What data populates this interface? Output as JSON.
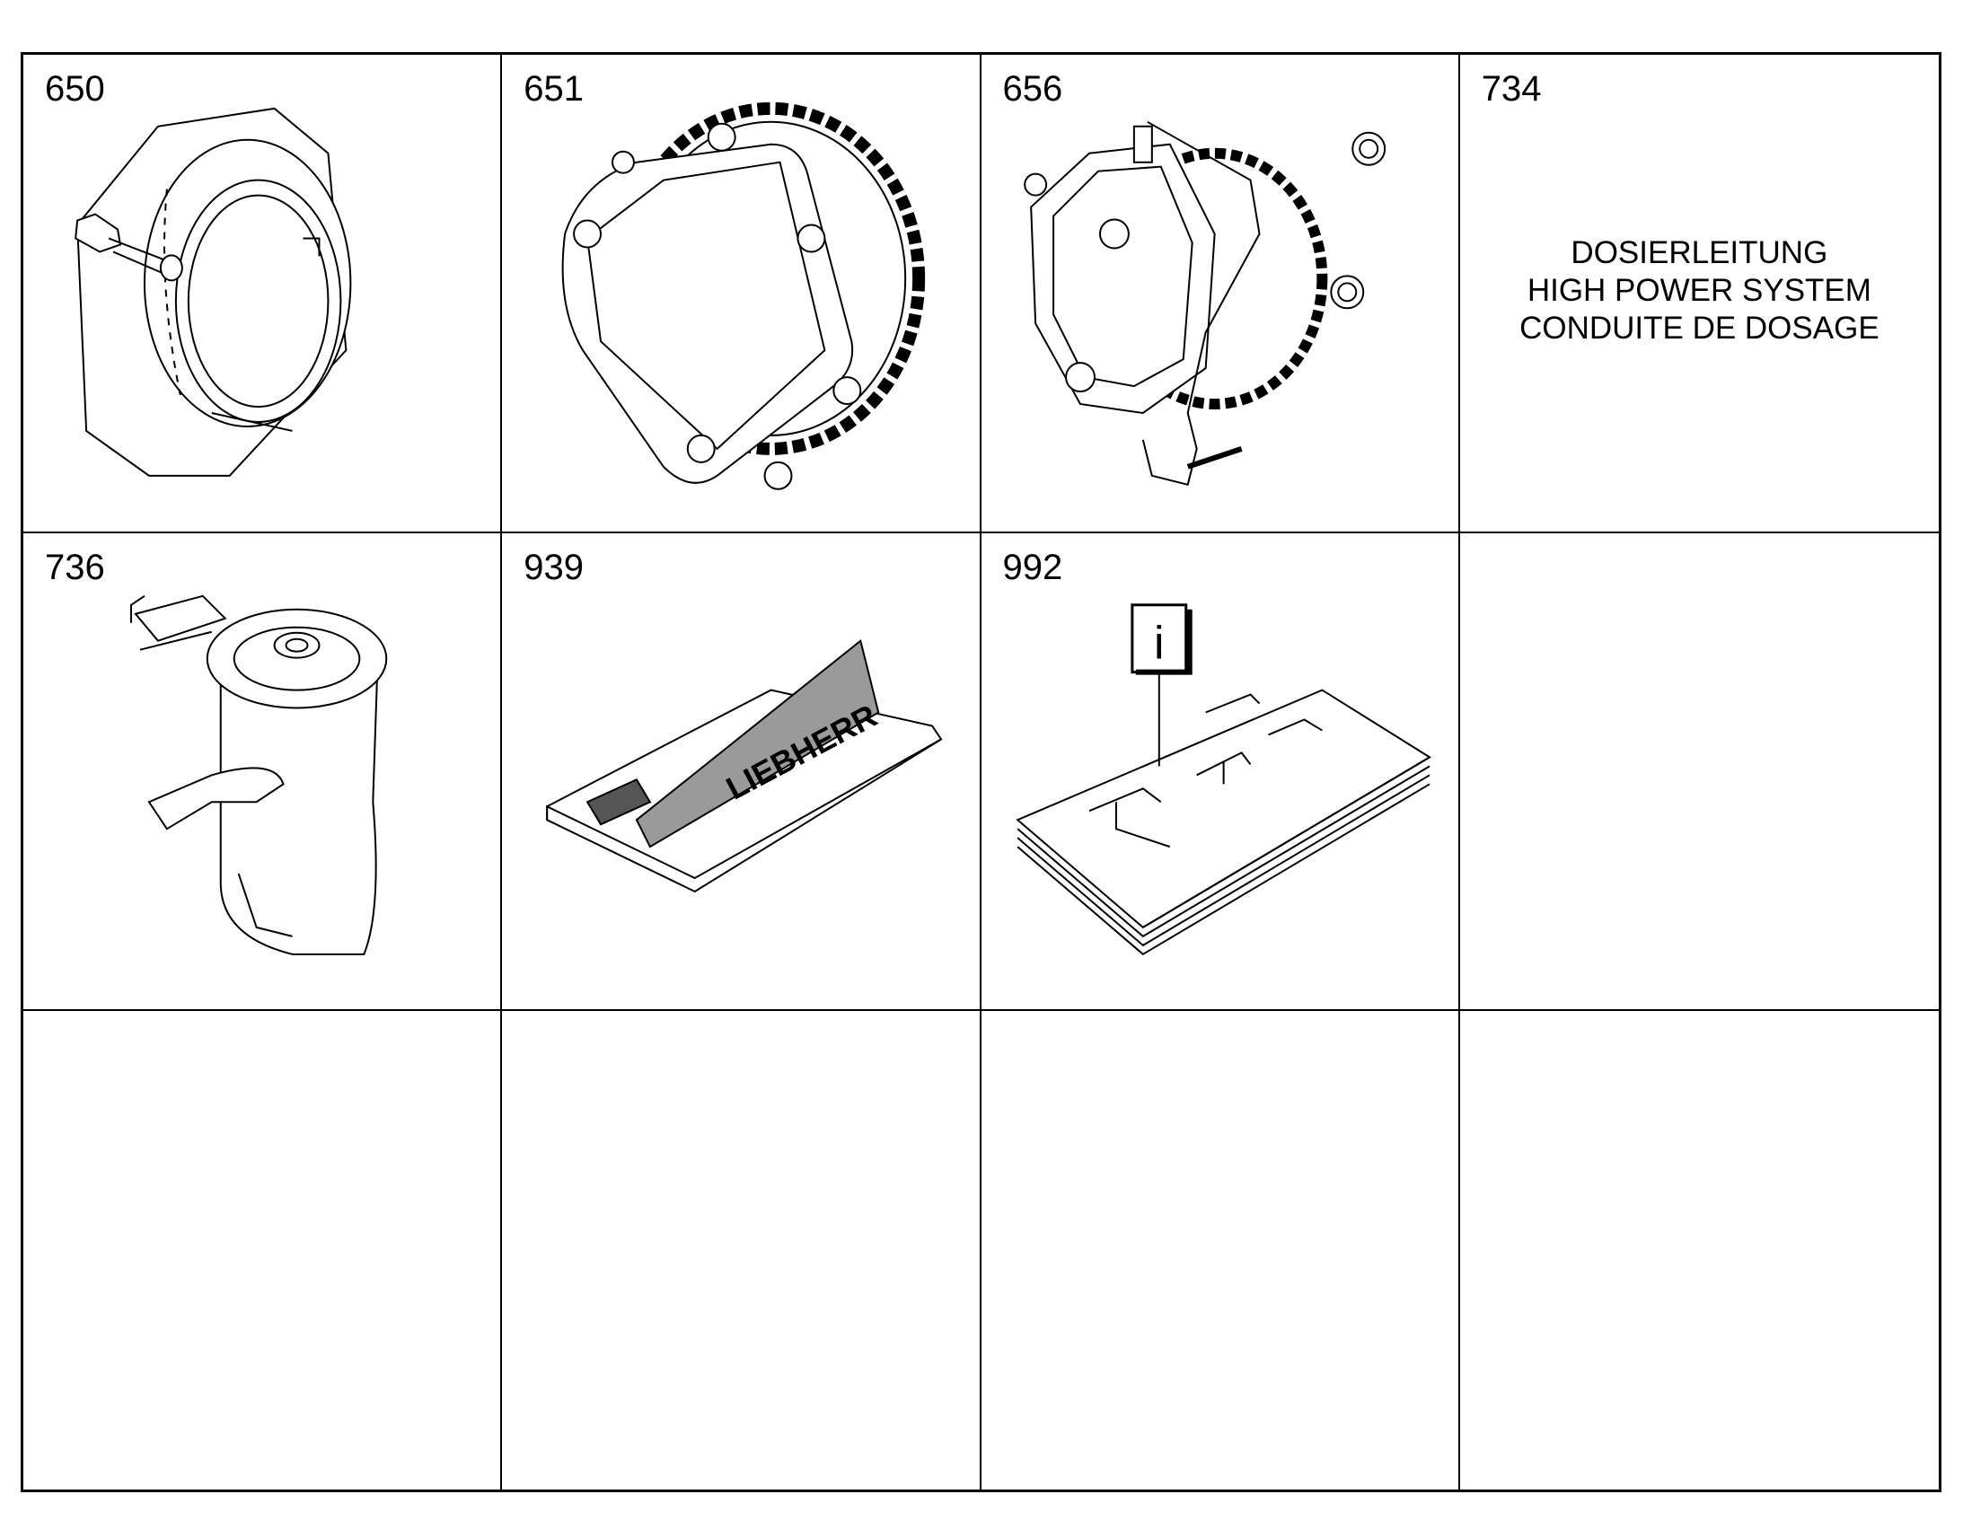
{
  "cells": [
    {
      "number": "650",
      "icon": "bearing-housing-icon"
    },
    {
      "number": "651",
      "icon": "gear-pump-cover-icon"
    },
    {
      "number": "656",
      "icon": "pump-assembly-icon"
    },
    {
      "number": "734",
      "note": [
        "DOSIERLEITUNG",
        "HIGH POWER SYSTEM",
        "CONDUITE DE DOSAGE"
      ]
    },
    {
      "number": "736",
      "icon": "dosing-module-icon"
    },
    {
      "number": "939",
      "icon": "liebherr-parts-box-icon",
      "box_logo": "LIEBHERR"
    },
    {
      "number": "992",
      "icon": "documentation-info-icon",
      "info_glyph": "i"
    }
  ]
}
